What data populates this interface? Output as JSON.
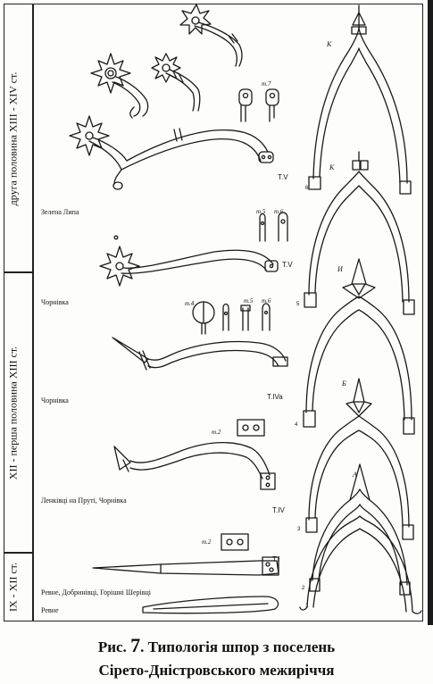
{
  "periods": [
    {
      "label": "друга половина XIII - XIV ст."
    },
    {
      "label": "XII - перша половина XIII ст."
    },
    {
      "label": "IX - XII ст."
    }
  ],
  "sites": [
    {
      "label": "Зелена Липа"
    },
    {
      "label": "Чорнівка"
    },
    {
      "label": "Чорнівка"
    },
    {
      "label": "Ленківці на Пруті, Чорнівка"
    },
    {
      "label": "Ревне, Добринівці, Горішні Шерівці"
    },
    {
      "label": "Ревне"
    }
  ],
  "types": [
    {
      "label": "T.V"
    },
    {
      "label": "T.V"
    },
    {
      "label": "T.IVa"
    },
    {
      "label": "T.IV"
    },
    {
      "label": "T.I"
    }
  ],
  "fastener_tags": [
    "т.7",
    "т.5",
    "т.6",
    "т.4",
    "т.5",
    "т.6",
    "т.2",
    "т.2"
  ],
  "variant_letters": [
    "К",
    "К",
    "И",
    "Б",
    "А"
  ],
  "row_numbers": [
    "6",
    "5",
    "4",
    "3",
    "2",
    "1"
  ],
  "caption": {
    "prefix": "Рис.",
    "number": "7",
    "line1": ". Типологія шпор з поселень",
    "line2": "Сірето-Дністровського межиріччя"
  }
}
